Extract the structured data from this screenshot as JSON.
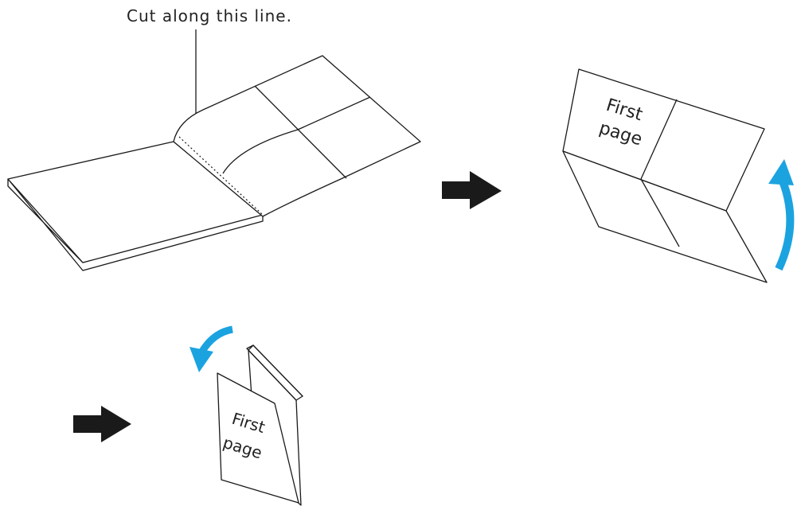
{
  "caption": "Cut along this line.",
  "step2_page_label": {
    "line1": "First",
    "line2": "page"
  },
  "step3_page_label": {
    "line1": "First",
    "line2": "page"
  },
  "colors": {
    "line": "#1a1a1a",
    "arrow": "#1a1a1a",
    "curved_arrow": "#1ba3e0",
    "background": "#ffffff"
  },
  "icons": {
    "step_arrow": "right-arrow-icon",
    "fold_arrow": "curved-arrow-icon"
  }
}
